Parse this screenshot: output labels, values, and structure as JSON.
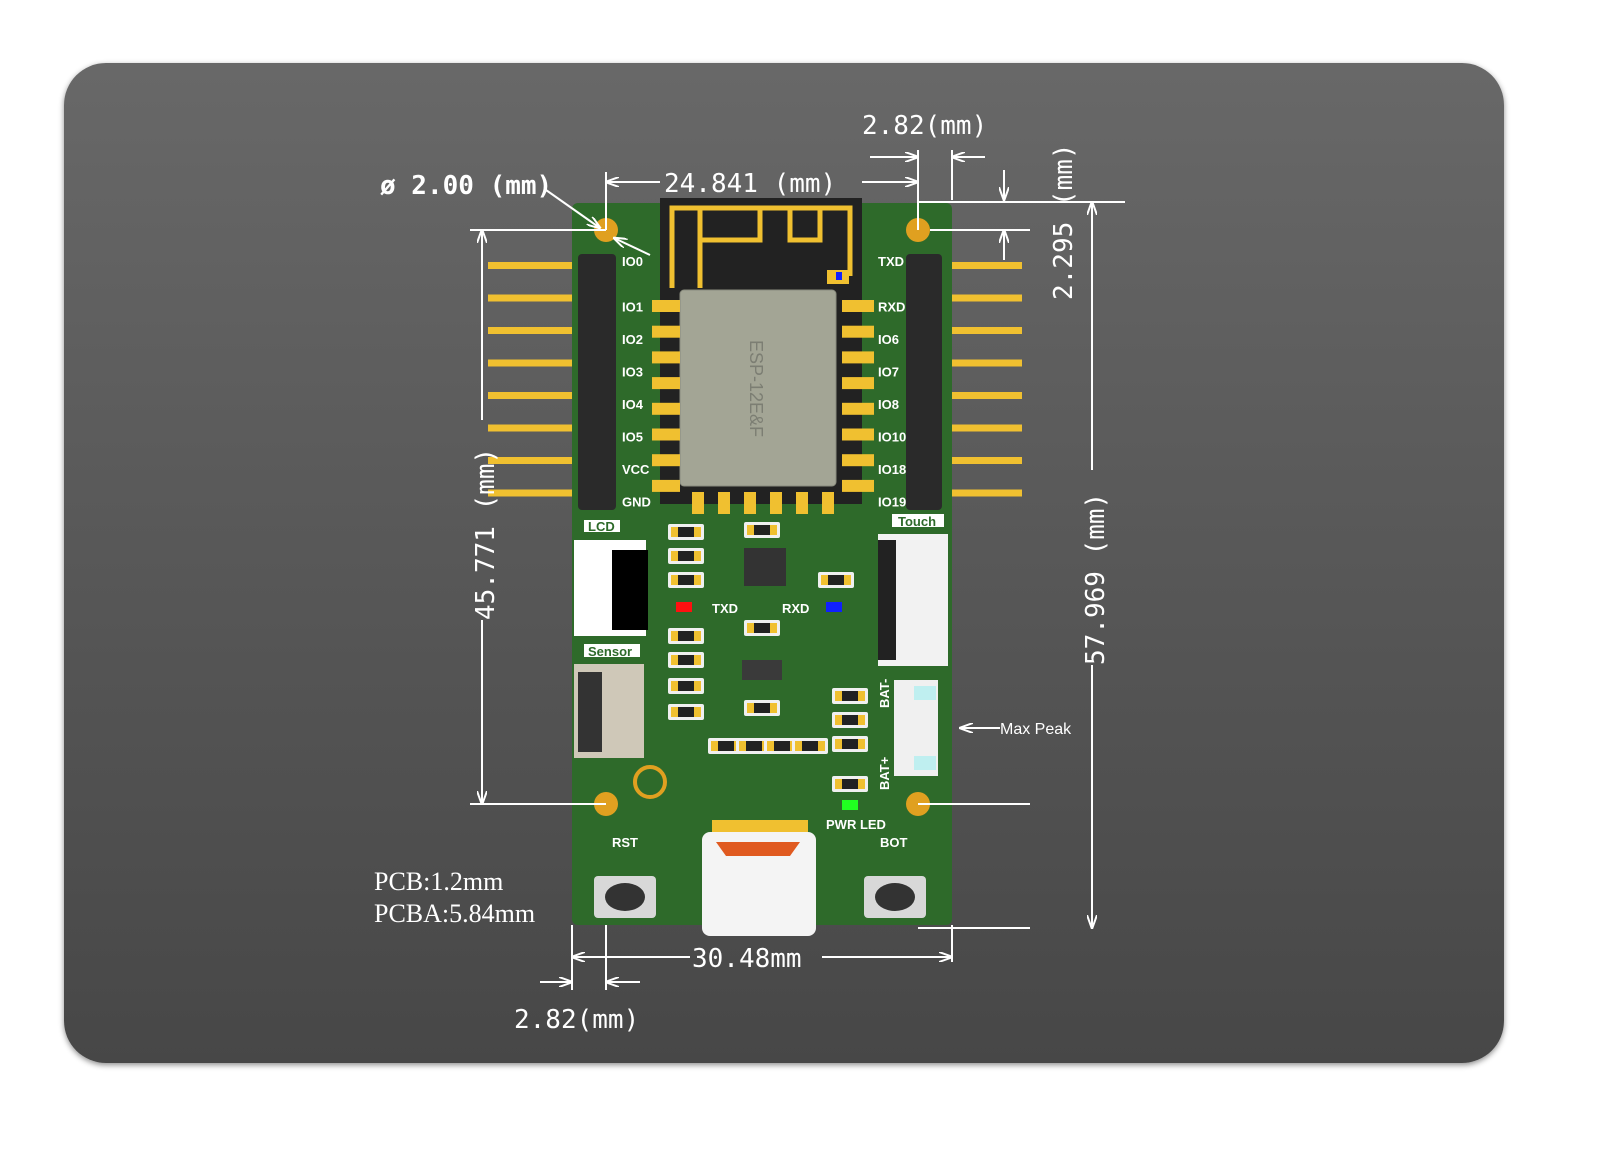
{
  "dimensions": {
    "hole_diameter": "ø 2.00 (mm)",
    "module_width": "24.841 (mm)",
    "top_edge_offset": "2.82(mm)",
    "top_hole_offset": "2.295 (mm)",
    "board_height": "57.969 (mm)",
    "hole_spacing_vertical": "45.771 (mm)",
    "board_width": "30.48mm",
    "bottom_edge_offset": "2.82(mm)",
    "max_peak": "Max Peak"
  },
  "specs": {
    "pcb": "PCB:1.2mm",
    "pcba": "PCBA:5.84mm"
  },
  "board": {
    "module_label": "ESP-12E&F",
    "left_pins": [
      "IO0",
      "IO1",
      "IO2",
      "IO3",
      "IO4",
      "IO5",
      "VCC",
      "GND"
    ],
    "right_pins": [
      "TXD",
      "RXD",
      "IO6",
      "IO7",
      "IO8",
      "IO10",
      "IO18",
      "IO19"
    ],
    "connectors": {
      "lcd": "LCD",
      "sensor": "Sensor",
      "touch": "Touch"
    },
    "leds": {
      "txd": "TXD",
      "rxd": "RXD",
      "pwr": "PWR LED"
    },
    "battery": {
      "neg": "BAT-",
      "pos": "BAT+"
    },
    "buttons": {
      "reset": "RST",
      "boot": "BOT"
    },
    "colors": {
      "pcb": "#2e6a2a",
      "gold": "#f0c030",
      "txd_led": "#ff1010",
      "rxd_led": "#1020ff",
      "pwr_led": "#20ff20"
    }
  }
}
